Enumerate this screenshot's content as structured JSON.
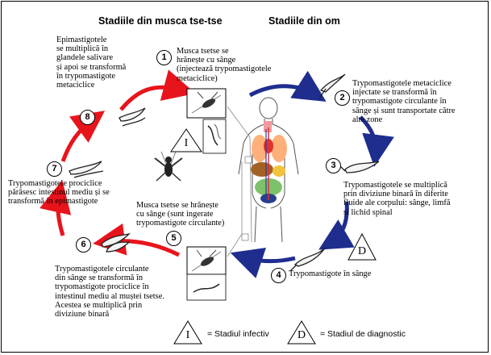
{
  "headers": {
    "left": "Stadiile din musca tse-tse",
    "right": "Stadiile din om"
  },
  "steps": [
    {
      "number": "1",
      "text": "Musca tsetse se\nhrănește cu sânge\n(injectează trypomastigotele\nmetaciclice)"
    },
    {
      "number": "2",
      "text": "Trypomastigotele metaciclice\ninjectate se transformă în\ntrypomastigote circulante în\nsânge și sunt transportate către\nalte zone"
    },
    {
      "number": "3",
      "text": "Trypomastigotele se multiplică\nprin diviziune binară în diferite\nfluide ale corpului: sânge, limfă\nși lichid spinal"
    },
    {
      "number": "4",
      "text": "Trypomastigote în sânge"
    },
    {
      "number": "5",
      "text": "Musca tsetse se hrănește\ncu sânge (sunt ingerate\ntrypomastigote circulante)"
    },
    {
      "number": "6",
      "text": "Trypomastigotele   circulante\ndin sânge se transformă în\ntrypomastigote prociclice în\nintestinul mediu al muștei tsetse.\nAcestea se multiplică prin\ndiviziune binară"
    },
    {
      "number": "7",
      "text": "Trypomastigotele prociclice\npărăsesc intestinul mediu și se\ntransformă în epimastigote"
    },
    {
      "number": "8",
      "text": "Epimastigotele\nse multiplică în\nglandele salivare\nși apoi se transformă\nîn trypomastigote\nmetaciclice"
    }
  ],
  "markers": {
    "infective_letter": "I",
    "diagnostic_letter": "D"
  },
  "legend": {
    "infective_letter": "I",
    "infective_label": "= Stadiul infectiv",
    "diagnostic_letter": "D",
    "diagnostic_label": "= Stadiul de diagnostic"
  },
  "colors": {
    "fly_cycle_arrow": "#e8141c",
    "human_cycle_arrow": "#1f2d8f"
  }
}
